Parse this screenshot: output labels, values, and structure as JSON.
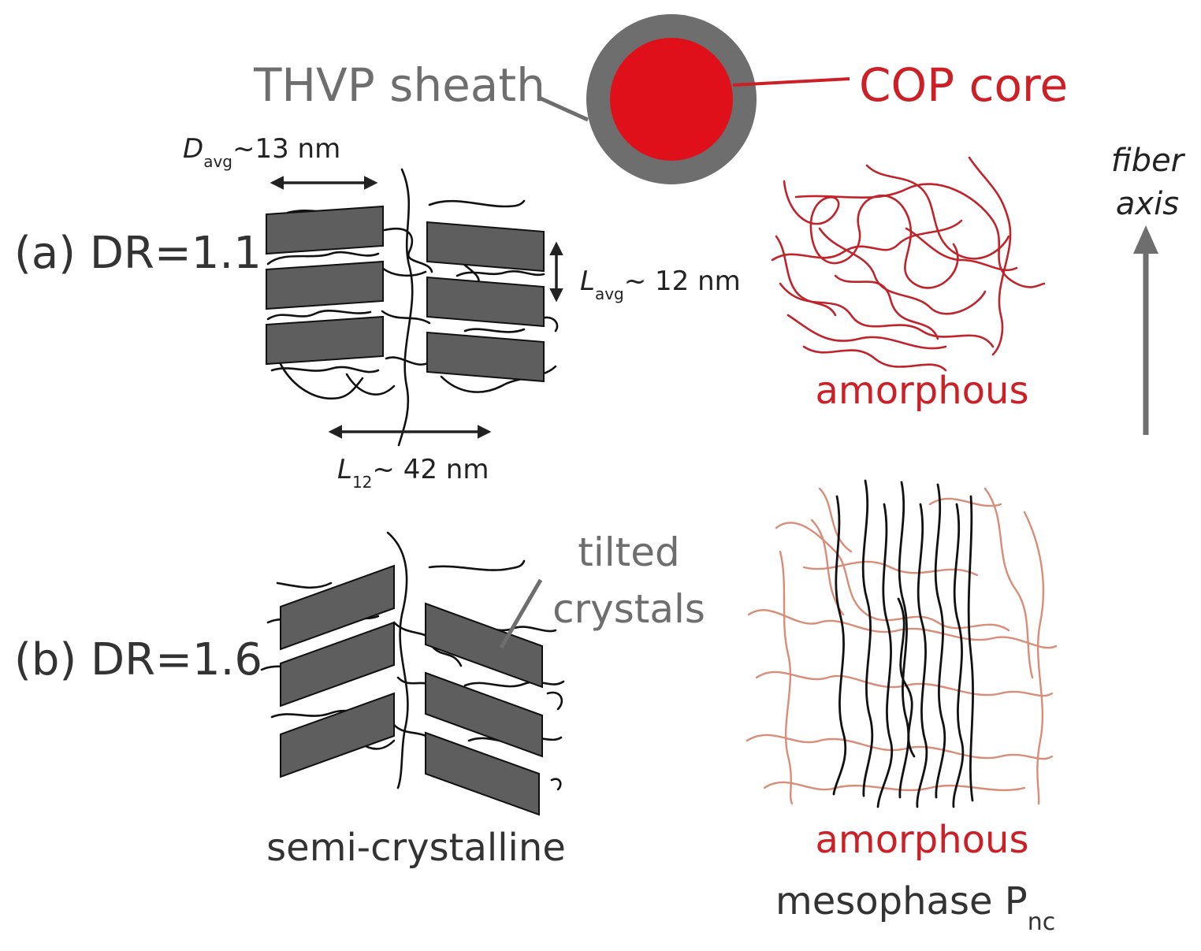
{
  "fiber_cross_section": {
    "sheath_label": "THVP sheath",
    "core_label": "COP core"
  },
  "fiber_axis": {
    "label_line1": "fiber",
    "label_line2": "axis"
  },
  "panel_a": {
    "label": "(a) DR=1.1",
    "d_avg": {
      "symbol": "D",
      "subscript": "avg",
      "value": "~13 nm"
    },
    "l_avg": {
      "symbol": "L",
      "subscript": "avg",
      "value": "~ 12 nm"
    },
    "l_12": {
      "symbol": "L",
      "subscript": "12",
      "value": "~ 42 nm"
    },
    "right_label": "amorphous"
  },
  "panel_b": {
    "label": "(b) DR=1.6",
    "tilted_label_line1": "tilted",
    "tilted_label_line2": "crystals",
    "left_label": "semi-crystalline",
    "right_label_amorphous": "amorphous",
    "right_label_mesophase": "mesophase P",
    "right_label_mesophase_sub": "nc"
  },
  "colors": {
    "sheath": "#6e6e6e",
    "core": "#e0101a",
    "label_red": "#cc1f26",
    "crystal": "#5e5e5e",
    "chain_black": "#111111",
    "chain_red": "#c0242b",
    "chain_salmon": "#d98c78"
  }
}
